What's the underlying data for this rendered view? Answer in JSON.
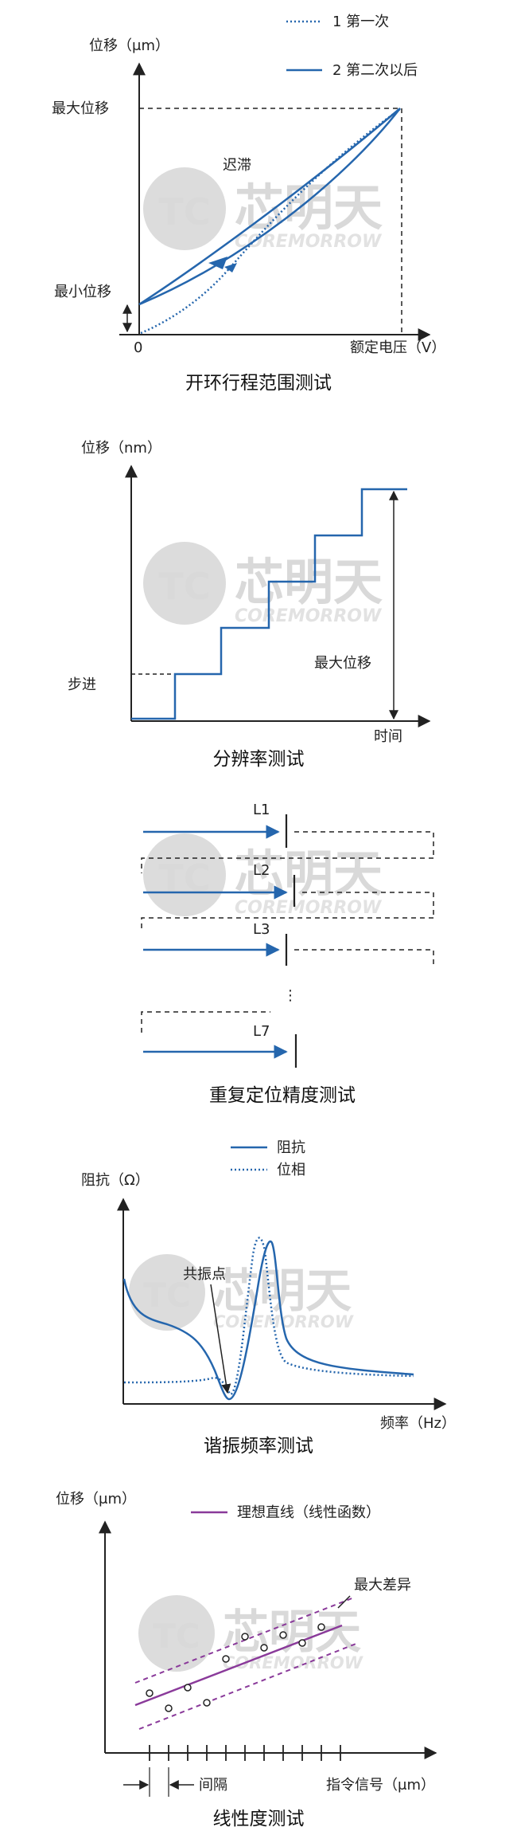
{
  "watermark": {
    "logo": "TC",
    "name": "芯明天",
    "brand": "COREMORROW"
  },
  "open_loop": {
    "legend_first": "1 第一次",
    "legend_second": "2 第二次以后",
    "ylabel": "位移（μm）",
    "max_label": "最大位移",
    "min_label": "最小位移",
    "hysteresis_label": "迟滞",
    "origin": "0",
    "xlabel": "额定电压（V）",
    "caption": "开环行程范围测试"
  },
  "resolution": {
    "ylabel": "位移（nm）",
    "step_label": "步进",
    "max_label": "最大位移",
    "xlabel": "时间",
    "caption": "分辨率测试",
    "step_count": 6
  },
  "repeat": {
    "labels": [
      "L1",
      "L2",
      "L3",
      "L7"
    ],
    "ellipsis": "⋮",
    "caption": "重复定位精度测试"
  },
  "resonance": {
    "legend_impedance": "阻抗",
    "legend_phase": "位相",
    "ylabel": "阻抗（Ω）",
    "point_label": "共振点",
    "xlabel": "频率（Hz）",
    "caption": "谐振频率测试"
  },
  "linearity": {
    "ylabel": "位移（μm）",
    "legend_line": "理想直线（线性函数）",
    "max_diff_label": "最大差异",
    "interval_label": "间隔",
    "xlabel": "指令信号（μm）",
    "caption": "线性度测试"
  },
  "colors": {
    "blue": "#2566ad",
    "purple": "#8a3a9a",
    "dark": "#222222"
  }
}
